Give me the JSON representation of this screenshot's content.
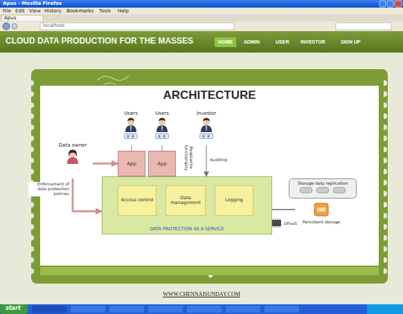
{
  "diagram": {
    "title": "ARCHITECTURE",
    "nodes": [
      {
        "text": [
          "Users"
        ]
      },
      {
        "text": [
          "Users"
        ]
      },
      {
        "text": [
          "Investor"
        ]
      },
      {
        "text": [
          "Data owner"
        ]
      },
      {
        "text": [
          "App"
        ]
      },
      {
        "text": [
          "App"
        ]
      },
      {
        "text": [
          "DATA PROTECTION AS A SERVICE"
        ]
      },
      {
        "text": [
          "Access control"
        ],
        "in": 6
      },
      {
        "text": [
          "Data management"
        ],
        "in": 6
      },
      {
        "text": [
          "Logging"
        ],
        "in": 6
      },
      {
        "text": [
          "Storage data replication"
        ]
      },
      {
        "text": [
          "Persistent storage"
        ]
      }
    ],
    "edges": [
      {
        "from": 0,
        "to": 4,
        "arrow": "none"
      },
      {
        "from": 1,
        "to": 5,
        "arrow": "none"
      },
      {
        "from": 2,
        "to": 6,
        "label": "Auditing",
        "arrow": "to"
      },
      {
        "from": 3,
        "to": 4,
        "arrow": "to"
      },
      {
        "from": 3,
        "to": 6,
        "label": "Enforcement of data protection policies",
        "arrow": "to"
      },
      {
        "from": 6,
        "to": 11,
        "arrow": "none"
      }
    ],
    "labels": [
      "Apus - Mozilla Firefox",
      "File",
      "Edit",
      "View",
      "History",
      "Bookmarks",
      "Tools",
      "Help",
      "Apus",
      "localhost",
      "CLOUD DATA PRODUCTION FOR THE MASSES",
      "HOME",
      "ADMIN",
      "USER",
      "INVESTOR",
      "SIGN UP",
      "Read/write functionality",
      "DPaaS",
      "WWW.CHENNAISUNDAY.COM",
      "start"
    ]
  }
}
